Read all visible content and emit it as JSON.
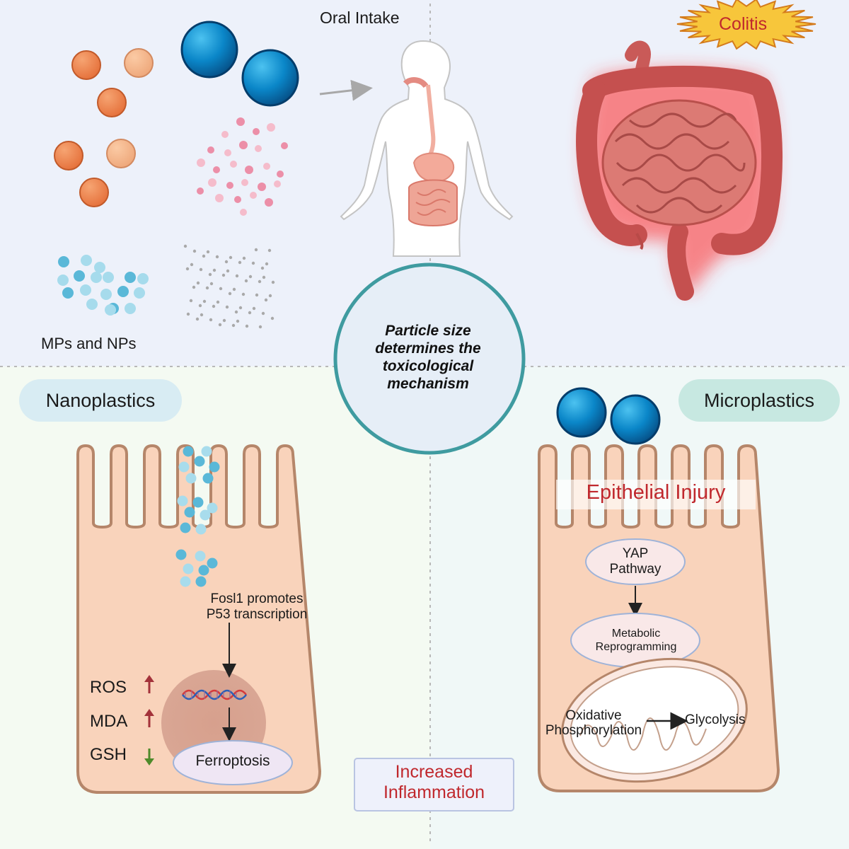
{
  "top": {
    "oral_intake": "Oral Intake",
    "particles_label": "MPs and NPs",
    "colitis": "Colitis"
  },
  "center": {
    "line1": "Particle size",
    "line2": "determines the",
    "line3": "toxicological",
    "line4": "mechanism"
  },
  "left": {
    "pill": "Nanoplastics",
    "fosl1_line1": "Fosl1 promotes",
    "fosl1_line2": "P53 transcription",
    "ferroptosis": "Ferroptosis",
    "markers": [
      {
        "name": "ROS",
        "direction": "up",
        "color": "#a3323a"
      },
      {
        "name": "MDA",
        "direction": "up",
        "color": "#a3323a"
      },
      {
        "name": "GSH",
        "direction": "down",
        "color": "#4e8a2a"
      }
    ]
  },
  "bottom_center": {
    "line1": "Increased",
    "line2": "Inflammation"
  },
  "right": {
    "pill": "Microplastics",
    "epithelial_injury": "Epithelial Injury",
    "yap_line1": "YAP",
    "yap_line2": "Pathway",
    "metabolic_line1": "Metabolic",
    "metabolic_line2": "Reprogramming",
    "oxphos_line1": "Oxidative",
    "oxphos_line2": "Phosphorylation",
    "glycolysis": "Glycolysis"
  },
  "colors": {
    "top_bg": "#edf1fa",
    "left_bg": "#f4faf2",
    "right_bg": "#f0f8f7",
    "cell_fill": "#f9d3bb",
    "cell_stroke": "#b5866a",
    "microplastic_blue": "#0a7fc0",
    "circle_stroke": "#3f9ba0",
    "accent_red": "#c0282d"
  }
}
